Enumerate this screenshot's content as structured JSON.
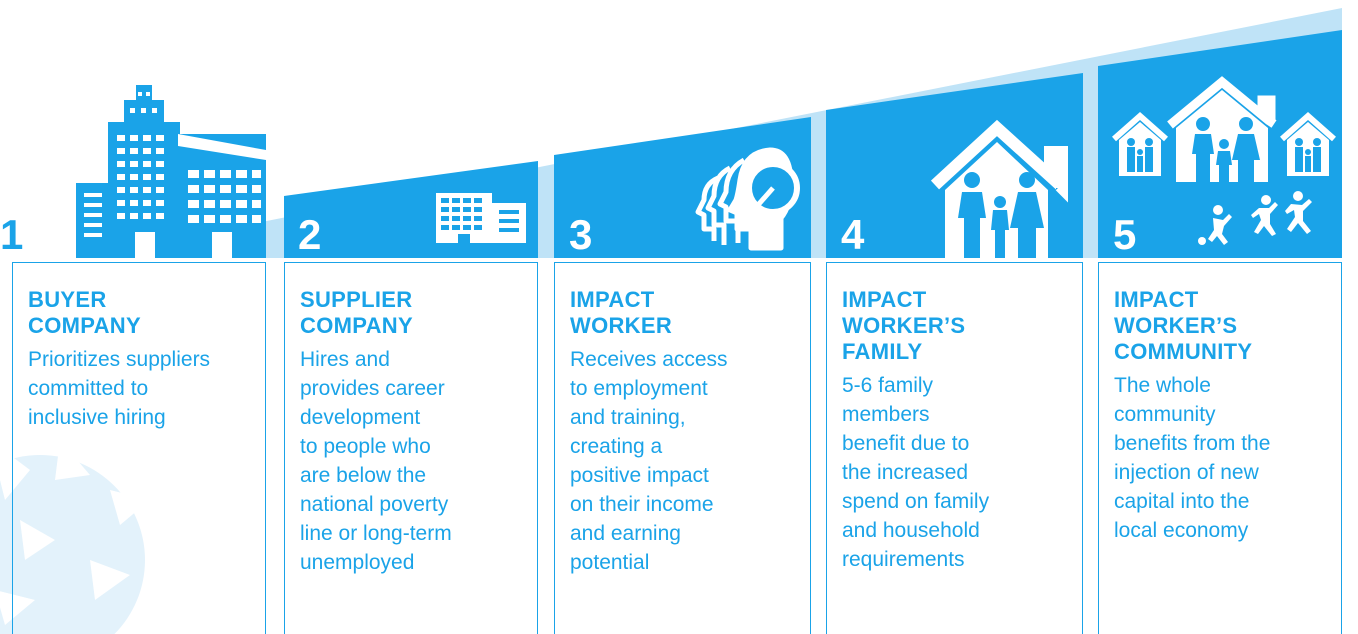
{
  "accent": "#1aa3e8",
  "stages": [
    {
      "number": "1",
      "icon": "office-buildings-icon",
      "title_lines": [
        "BUYER",
        "COMPANY"
      ],
      "text_lines": [
        "Prioritizes suppliers",
        "committed to",
        "inclusive hiring"
      ]
    },
    {
      "number": "2",
      "icon": "building-icon",
      "title_lines": [
        "SUPPLIER",
        "COMPANY"
      ],
      "text_lines": [
        "Hires and",
        "provides career",
        "development",
        "to people who",
        "are below the",
        "national poverty",
        "line or long-term",
        "unemployed"
      ]
    },
    {
      "number": "3",
      "icon": "worker-headset-icon",
      "title_lines": [
        "IMPACT",
        "WORKER"
      ],
      "text_lines": [
        "Receives access",
        "to employment",
        "and training,",
        "creating a",
        "positive impact",
        "on their income",
        "and earning",
        "potential"
      ]
    },
    {
      "number": "4",
      "icon": "family-house-icon",
      "title_lines": [
        "IMPACT",
        "WORKER’S",
        "FAMILY"
      ],
      "text_lines": [
        "5-6 family",
        "members",
        "benefit due to",
        "the increased",
        "spend on family",
        "and household",
        "requirements"
      ]
    },
    {
      "number": "5",
      "icon": "community-houses-icon",
      "title_lines": [
        "IMPACT",
        "WORKER’S",
        "COMMUNITY"
      ],
      "text_lines": [
        "The whole",
        "community",
        "benefits from the",
        "injection of new",
        "capital into the",
        "local economy"
      ]
    }
  ]
}
